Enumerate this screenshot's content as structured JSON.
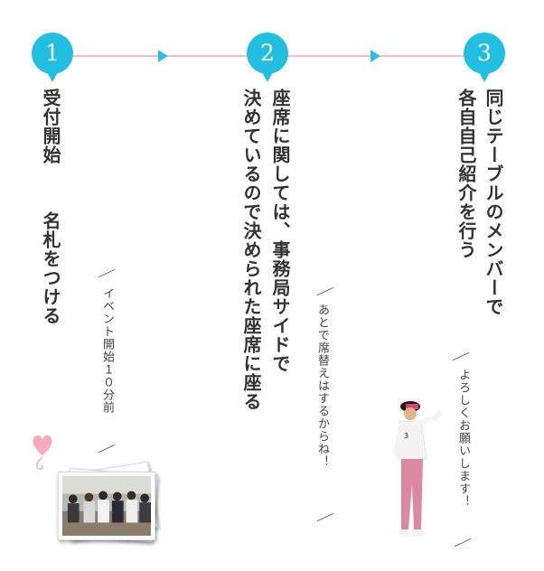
{
  "steps": [
    {
      "number": "1",
      "lines": [
        "受付開始",
        "名札をつける"
      ],
      "note": "イベント開始１０分前"
    },
    {
      "number": "2",
      "lines": [
        "座席に関しては、事務局サイドで",
        "決めているので決められた座席に座る"
      ],
      "note": "あとで席替えはするからね！"
    },
    {
      "number": "3",
      "lines": [
        "同じテーブルのメンバーで",
        "各自自己紹介を行う"
      ],
      "note": "よろしくお願いします！"
    }
  ],
  "colors": {
    "badge": "#22bfe0",
    "track": "#f5b8c6",
    "heart": "#f7a9bd"
  },
  "icons": [
    "heart-icon",
    "step-arrow-icon"
  ]
}
